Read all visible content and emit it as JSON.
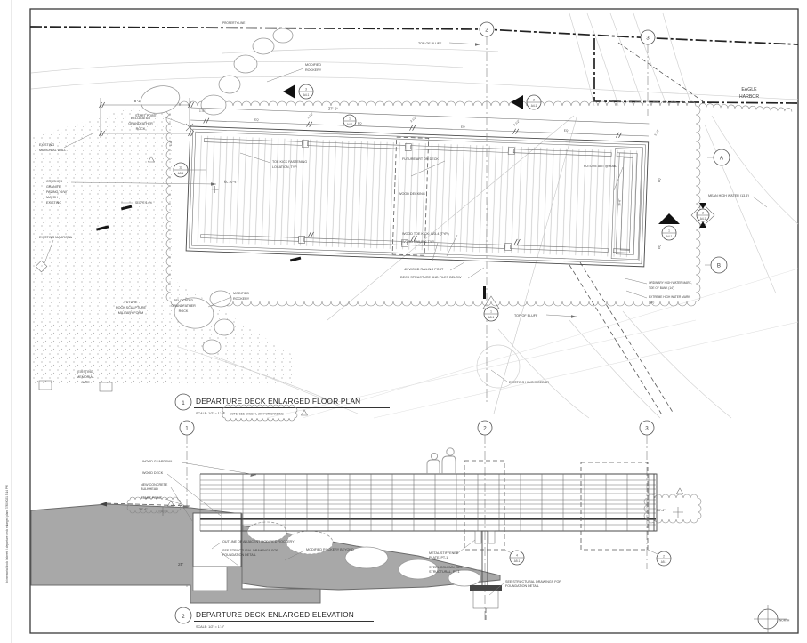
{
  "sheet": {
    "plan_title_num": "1",
    "plan_title": "DEPARTURE DECK ENLARGED FLOOR PLAN",
    "plan_scale": "SCALE: 1/2\" = 1'-0\"",
    "plan_note": "NOTE: SEE SHEET L-200 FOR GRADING",
    "elev_title_num": "2",
    "elev_title": "DEPARTURE DECK ENLARGED ELEVATION",
    "elev_scale": "SCALE: 1/2\" = 1'-0\"",
    "north_label": "NORTH",
    "plot_stamp": "bi memorial dock / sheets / departure deck enlarged plans  7/30/2021 5:14 PM"
  },
  "plan": {
    "labels": {
      "property_line": "PROPERTY LINE",
      "top_of_bluff": "TOP OF BLUFF",
      "eagle_harbor": [
        "EAGLE",
        "HARBOR"
      ],
      "modified_rockery": [
        "MODIFIED",
        "ROCKERY"
      ],
      "relocated_rock": [
        "RELOCATED",
        "GRANDFATHER",
        "ROCK"
      ],
      "start_point": "START POINT",
      "memorial_wall": [
        "EXISTING",
        "MEMORIAL WALL"
      ],
      "crushed_granite": [
        "CRUSHED",
        "GRANITE",
        "PAVING, G/W",
        "MATCH",
        "EXISTING"
      ],
      "slope": "SLOPE 6.4%",
      "madrona": "EXISTING MADRONA",
      "toe_kick": [
        "TOE KICK FASTENING",
        "LOCATION, TYP."
      ],
      "future_art_deck": "FUTURE ART ON DECK",
      "wood_decking": "WOOD DECKING",
      "wood_toe_kick": "WOOD TOE KICK: WD-4 (TYP.)",
      "wood_railing": "WOOD RAILING TYP.",
      "railing_post": "4X WOOD RAILING POST",
      "deck_structure": "DECK STRUCTURE AND PILES BELOW",
      "future_art_rail": "FUTURE ART @ RAIL",
      "mean_high_water": "MEAN HIGH WATER (13.5')",
      "ohwm": [
        "ORDINARY HIGH WATER MARK,",
        "TOE OF BANK (14')"
      ],
      "ehwm": [
        "EXTREME HIGH WATER MARK",
        "(15')"
      ],
      "future_sculpture": [
        "FUTURE",
        "ROCK SCULPTURE",
        "MILITARY FORM"
      ],
      "memorial_gate": [
        "EXISTING",
        "MEMORIAL",
        "GATE"
      ],
      "hinoki": "EXISTING HINOKI CEDAR",
      "el_marker": "EL 30'-4\""
    },
    "dims": {
      "d82": "8'-2\"",
      "d10": "1'-0\"",
      "d16": "1'-6\"",
      "d276": "27'-6\"",
      "d168": "16'-8\"",
      "eq": "EQ",
      "d35": "3 1/2\""
    },
    "grid": {
      "g1": "1",
      "g2": "2",
      "g3": "3",
      "ga": "A",
      "gb": "B"
    },
    "markers": {
      "flag3": {
        "num": "3",
        "sheet": "A4.1"
      },
      "flag2": {
        "num": "2",
        "sheet": "A4.1"
      },
      "tri1": {
        "num": "1",
        "sheet": "A4.1"
      },
      "dia2": {
        "num": "2",
        "sheet": "A4.1"
      },
      "sec1": {
        "num": "1",
        "sheet": "A5.1"
      },
      "c12": {
        "num": "12",
        "sheet": "A5.1"
      },
      "c1": {
        "num": "1",
        "sheet": "A4.1"
      }
    }
  },
  "elevation": {
    "labels": {
      "wood_guardrail": "WOOD GUARDRAIL",
      "wood_deck": "WOOD DECK",
      "concrete": [
        "NEW CONCRETE",
        "BULKHEAD"
      ],
      "start_point": "START POINT",
      "elev304": "30'-4\"",
      "elev25": "25'",
      "outline_rockery": "OUTLINE OF ADJACENT MODIFIED ROCKERY",
      "see_structural": [
        "SEE STRUCTURAL DRAWINGS FOR",
        "FOUNDATION DETAIL"
      ],
      "rockery_beyond": "MODIFIED ROCKERY BEYOND",
      "stiffener": [
        "METAL STIFFENER",
        "PLATE, PT-1"
      ],
      "steel_column": [
        "STEEL COLUMN, SEE",
        "STRUCTURAL, PT-1"
      ]
    },
    "markers": {
      "c4": {
        "num": "4",
        "sheet": "A5.1"
      },
      "c2": {
        "num": "2",
        "sheet": "A5.1"
      }
    }
  }
}
